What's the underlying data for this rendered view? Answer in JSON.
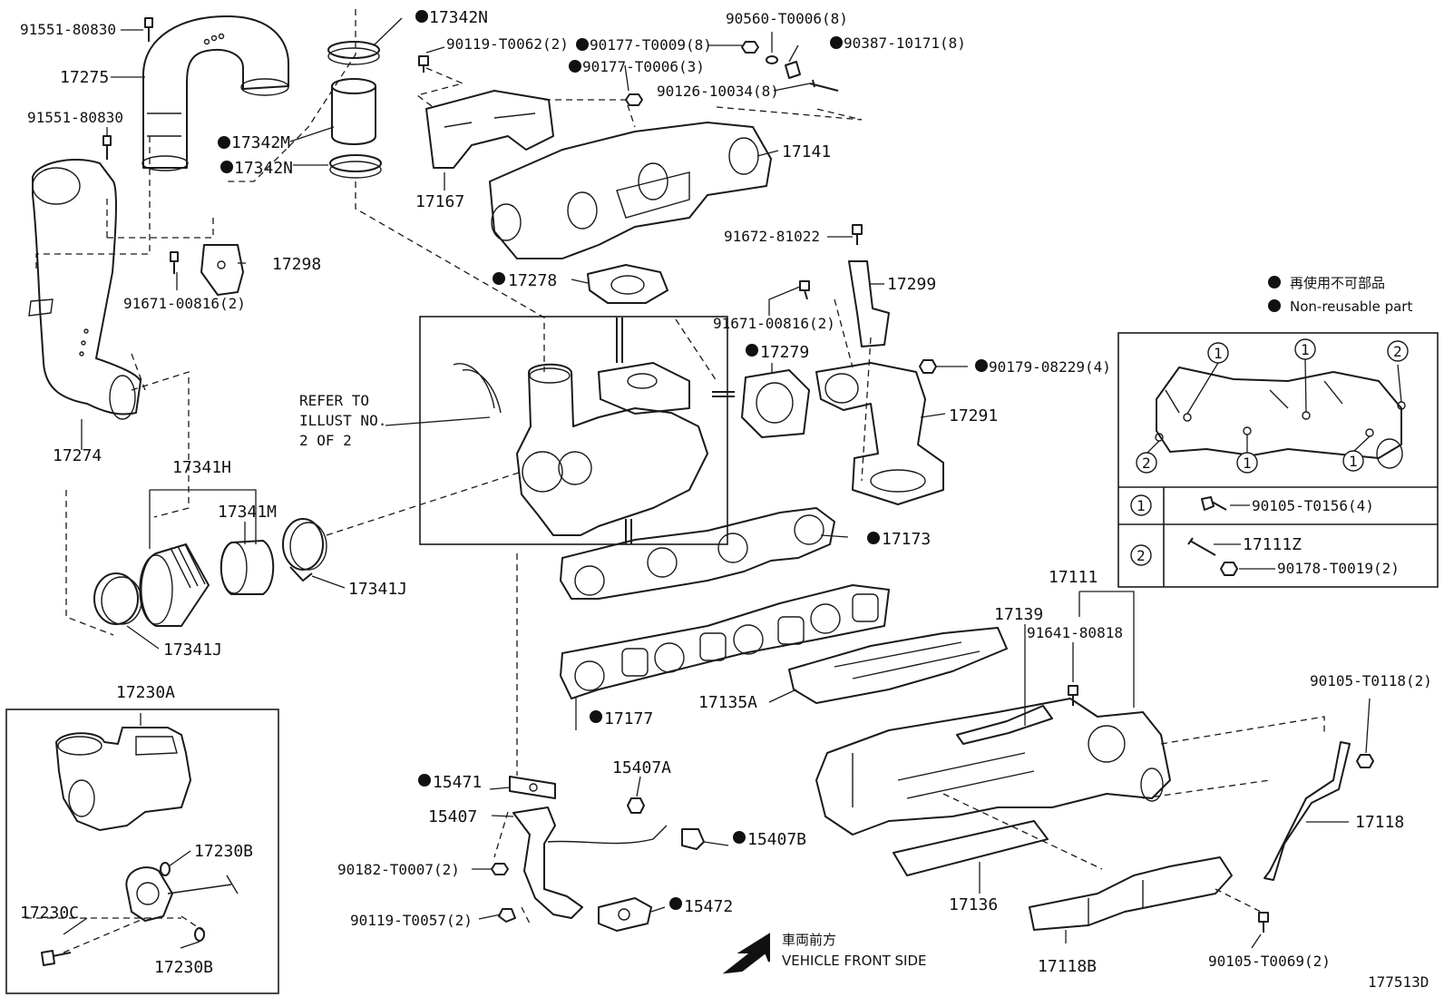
{
  "labels": {
    "p91551_80830_a": "91551-80830",
    "p17275": "17275",
    "p91551_80830_b": "91551-80830",
    "p17274": "17274",
    "p17298": "17298",
    "p91671_00816_a": "91671-00816(2)",
    "p17342N_a": "17342N",
    "p17342M": "17342M",
    "p17342N_b": "17342N",
    "p90119_T0062": "90119-T0062(2)",
    "p90177_T0009": "90177-T0009(8)",
    "p90560_T0006": "90560-T0006(8)",
    "p90387_10171": "90387-10171(8)",
    "p90177_T0006": "90177-T0006(3)",
    "p90126_10034": "90126-10034(8)",
    "p17141": "17141",
    "p17167": "17167",
    "p91672_81022": "91672-81022",
    "p17278": "17278",
    "p17299": "17299",
    "p91671_00816_b": "91671-00816(2)",
    "p17279": "17279",
    "p90179_08229": "90179-08229(4)",
    "p17291": "17291",
    "refer_1": "REFER TO",
    "refer_2": "ILLUST NO.",
    "refer_3": "2 OF 2",
    "p17341H": "17341H",
    "p17341M": "17341M",
    "p17341J_a": "17341J",
    "p17341J_b": "17341J",
    "p17173": "17173",
    "p17177": "17177",
    "p17111": "17111",
    "p17139": "17139",
    "p91641_80818": "91641-80818",
    "p17135A": "17135A",
    "p90105_T0118": "90105-T0118(2)",
    "p17118": "17118",
    "p15471": "15471",
    "p15407A": "15407A",
    "p15407": "15407",
    "p15407B": "15407B",
    "p90182_T0007": "90182-T0007(2)",
    "p90119_T0057": "90119-T0057(2)",
    "p15472": "15472",
    "p17136": "17136",
    "p17118B": "17118B",
    "p90105_T0069": "90105-T0069(2)",
    "p17230A": "17230A",
    "p17230B_a": "17230B",
    "p17230C": "17230C",
    "p17230B_b": "17230B"
  },
  "legend": {
    "jp": "再使用不可部品",
    "en": "Non-reusable part"
  },
  "inset": {
    "callout_1": "1",
    "callout_2": "2",
    "row1_num": "1",
    "row1_part": "90105-T0156(4)",
    "row2_num": "2",
    "row2_part_a": "17111Z",
    "row2_part_b": "90178-T0019(2)"
  },
  "direction": {
    "jp": "車両前方",
    "en": "VEHICLE FRONT SIDE"
  },
  "illustration_id": "177513D"
}
